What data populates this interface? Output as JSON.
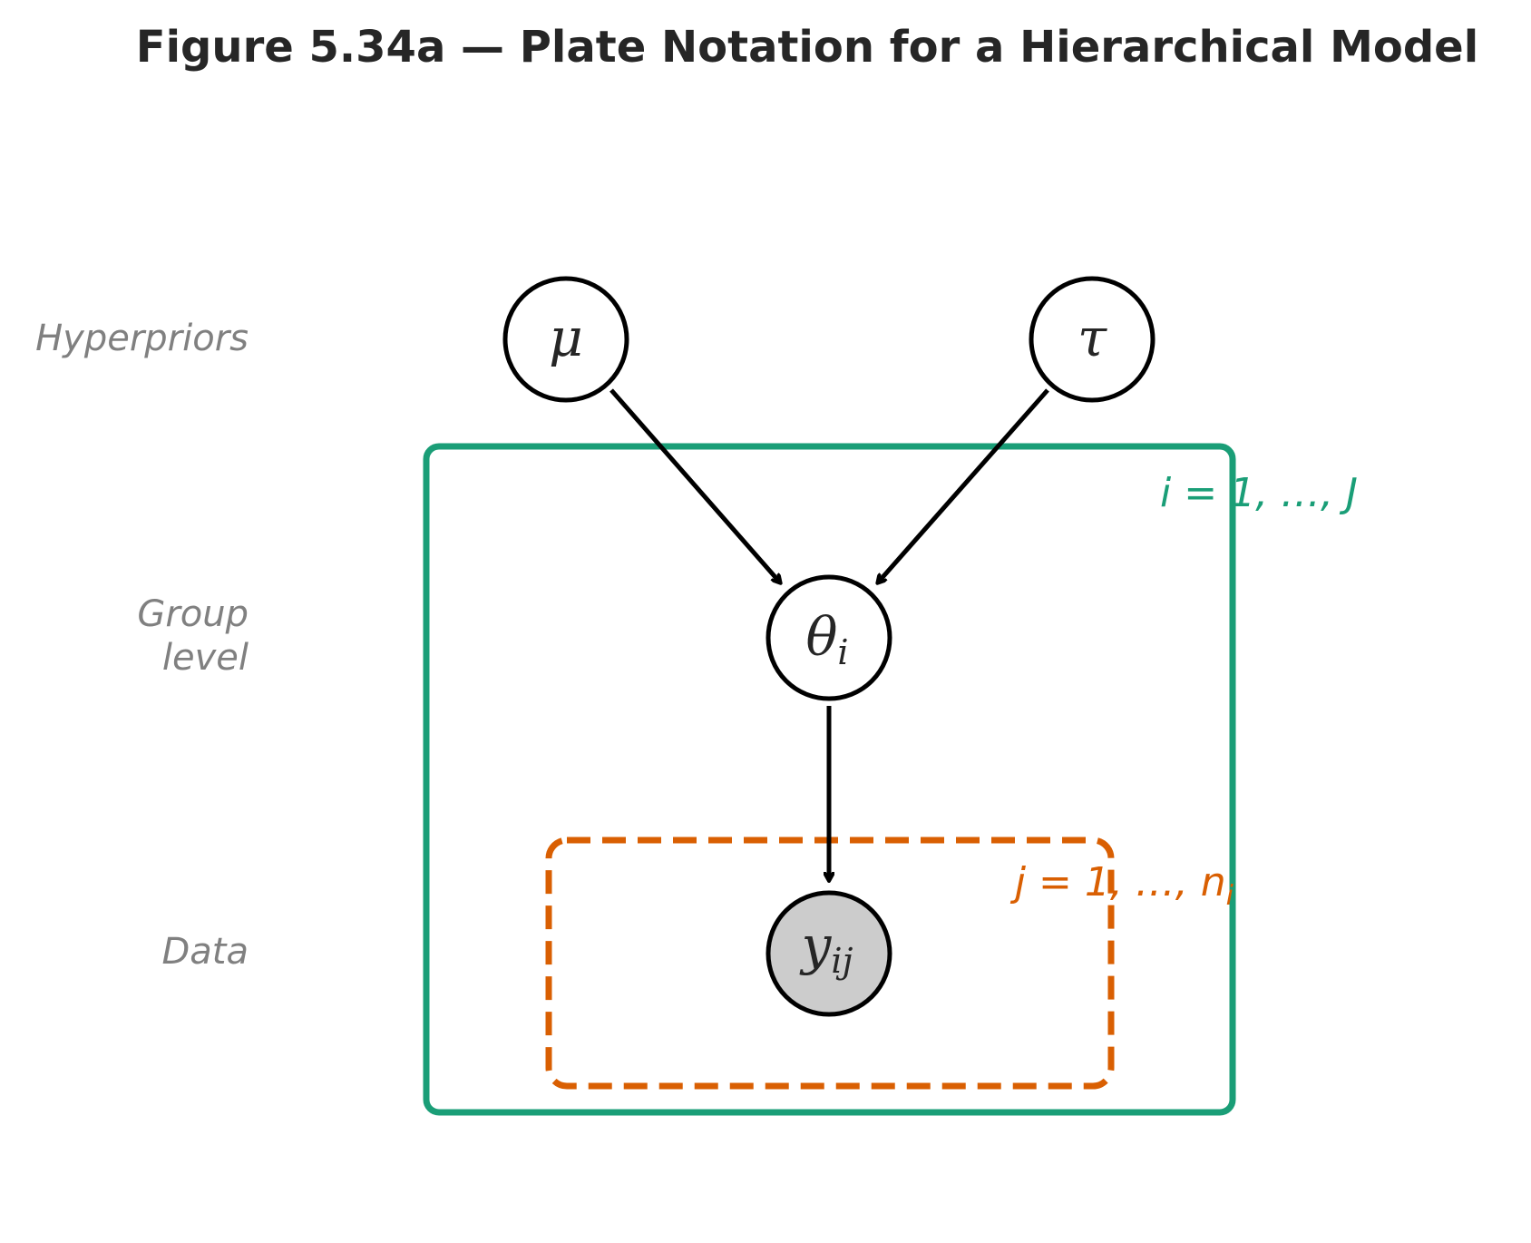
{
  "title": "Figure 5.34a — Plate Notation for a Hierarchical Model",
  "colors": {
    "outer_plate": "#1a9e77",
    "inner_plate": "#d95f02",
    "node_stroke": "#000000",
    "observed_fill": "#cccccc",
    "row_label": "#808080"
  },
  "row_labels": {
    "hyperpriors": "Hyperpriors",
    "group_line1": "Group",
    "group_line2": "level",
    "data": "Data"
  },
  "nodes": {
    "mu": {
      "symbol": "μ",
      "subscript": ""
    },
    "tau": {
      "symbol": "τ",
      "subscript": ""
    },
    "theta": {
      "symbol": "θ",
      "subscript": "i"
    },
    "y": {
      "symbol": "y",
      "subscript": "ij",
      "observed": true
    }
  },
  "plates": {
    "outer": {
      "label": "i = 1, …, J"
    },
    "inner": {
      "label": "j = 1, …, n",
      "label_sub": "i"
    }
  }
}
